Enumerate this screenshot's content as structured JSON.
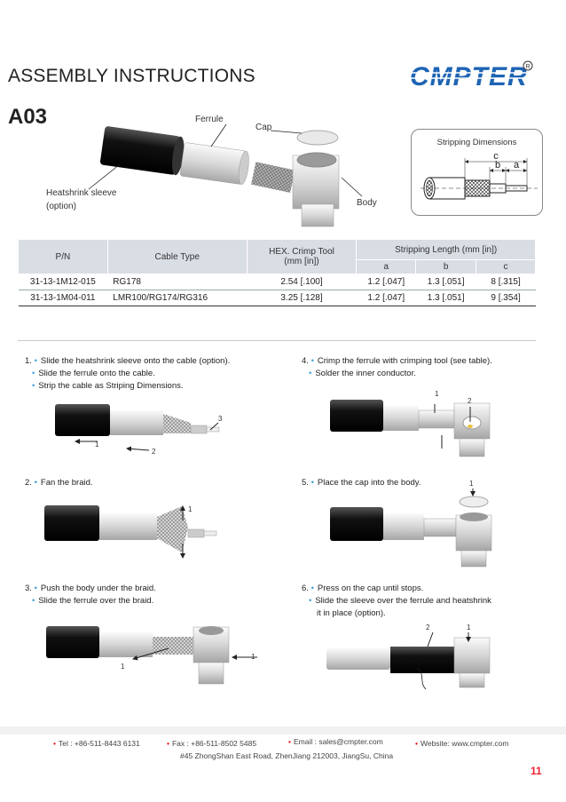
{
  "header": {
    "title": "ASSEMBLY INSTRUCTIONS",
    "brand": "CMPTER",
    "registered_mark": "R",
    "model": "A03"
  },
  "colors": {
    "brand": "#1e64b4",
    "bullet": "#3aa0d8",
    "footer_bullet": "#e00000",
    "page_number": "#e22233"
  },
  "diagram_labels": {
    "ferrule": "Ferrule",
    "cap": "Cap",
    "heatshrink_line1": "Heatshrink sleeve",
    "heatshrink_line2": "(option)",
    "body": "Body",
    "stripping_dimensions": "Stripping Dimensions",
    "dim_c": "c",
    "dim_b": "b",
    "dim_a": "a"
  },
  "table": {
    "col_pn": "P/N",
    "col_cable": "Cable Type",
    "col_crimp_line1": "HEX. Crimp Tool",
    "col_crimp_line2": "(mm [in])",
    "col_strip": "Stripping Length (mm [in])",
    "sub_a": "a",
    "sub_b": "b",
    "sub_c": "c",
    "rows": [
      {
        "pn": "31-13-1M12-015",
        "cable": "RG178",
        "crimp": "2.54 [.100]",
        "a": "1.2 [.047]",
        "b": "1.3 [.051]",
        "c": "8 [.315]"
      },
      {
        "pn": "31-13-1M04-011",
        "cable": "LMR100/RG174/RG316",
        "crimp": "3.25 [.128]",
        "a": "1.2 [.047]",
        "b": "1.3 [.051]",
        "c": "9 [.354]"
      }
    ]
  },
  "steps": [
    {
      "num": "1.",
      "lines": [
        "Slide the heatshrink sleeve onto the cable (option).",
        "Slide the ferrule onto the cable.",
        "Strip the cable as Striping Dimensions."
      ],
      "callouts": [
        "1",
        "2",
        "3"
      ]
    },
    {
      "num": "2.",
      "lines": [
        "Fan the braid."
      ],
      "callouts": [
        "1"
      ]
    },
    {
      "num": "3.",
      "lines": [
        "Push the body under the braid.",
        "Slide the ferrule over the braid."
      ],
      "callouts": [
        "1",
        "1"
      ]
    },
    {
      "num": "4.",
      "lines": [
        "Crimp the ferrule with crimping tool (see table).",
        "Solder the inner conductor."
      ],
      "callouts": [
        "1",
        "2"
      ]
    },
    {
      "num": "5.",
      "lines": [
        "Place the cap into the body."
      ],
      "callouts": [
        "1"
      ]
    },
    {
      "num": "6.",
      "lines": [
        "Press on the cap until stops.",
        "Slide the sleeve over the ferrule and heatshrink",
        "it in place (option)."
      ],
      "callouts": [
        "2",
        "1"
      ]
    }
  ],
  "footer": {
    "tel": "Tel : +86-511-8443 6131",
    "fax": "Fax : +86-511-8502 5485",
    "email": "Email : sales@cmpter.com",
    "website": "Website:   www.cmpter.com",
    "address": "#45 ZhongShan East Road, ZhenJiang  212003, JiangSu, China",
    "page": "11"
  }
}
